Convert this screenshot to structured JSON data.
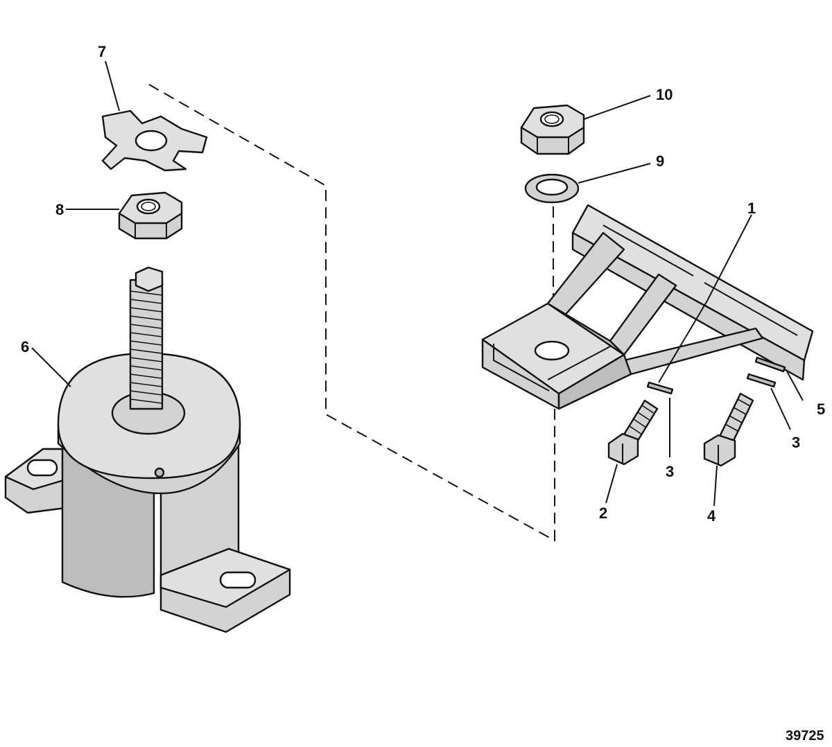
{
  "figure": {
    "figure_number": "39725",
    "callouts": {
      "c1": "1",
      "c2": "2",
      "c3a": "3",
      "c3b": "3",
      "c4": "4",
      "c5": "5",
      "c6": "6",
      "c7": "7",
      "c8": "8",
      "c9": "9",
      "c10": "10"
    }
  }
}
